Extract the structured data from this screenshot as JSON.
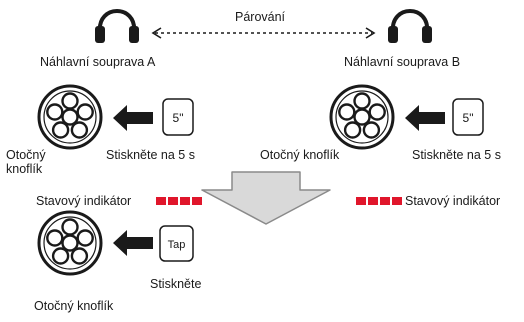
{
  "pairing_label": "Párování",
  "headset_a": {
    "title": "Náhlavní souprava A",
    "knob_label": "Otočný knoflík",
    "press_label": "Stiskněte na 5 s",
    "button_text": "5\""
  },
  "headset_b": {
    "title": "Náhlavní souprava B",
    "knob_label": "Otočný knoflík",
    "press_label": "Stiskněte na 5 s",
    "button_text": "5\""
  },
  "status_indicator": {
    "label": "Stavový indikátor",
    "color": "#e0162b",
    "segments": 4
  },
  "step_two": {
    "knob_label": "Otočný knoflík",
    "press_label": "Stiskněte",
    "button_text": "Tap"
  },
  "colors": {
    "ink": "#1a1a1a",
    "gray_arrow_fill": "#d9d9d9",
    "gray_arrow_stroke": "#8a8a8a"
  },
  "icons": [
    "headphones-icon",
    "rotary-knob-icon",
    "press-arrow-icon",
    "down-arrow-icon",
    "led-indicator-icon"
  ]
}
